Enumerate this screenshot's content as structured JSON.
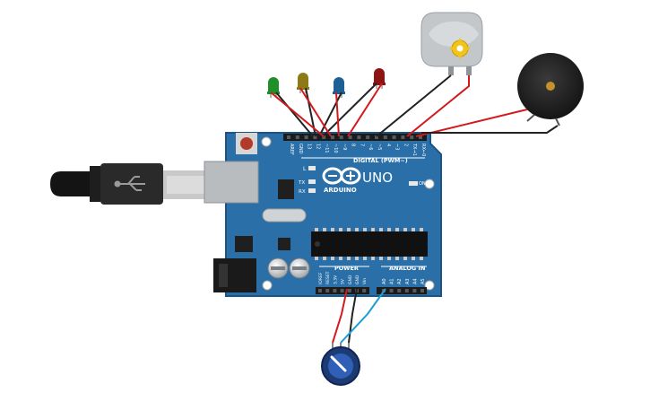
{
  "board": {
    "brand_label": "ARDUINO",
    "model_label": "UNO",
    "digital_header_label": "DIGITAL (PWM~)",
    "power_header_label": "POWER",
    "analog_header_label": "ANALOG IN",
    "l_label": "L",
    "tx_label": "TX",
    "rx_label": "RX",
    "on_label": "ON",
    "digital_pins": [
      "AREF",
      "GND",
      "13",
      "12",
      "~11",
      "~10",
      "~9",
      "8",
      "7",
      "~6",
      "~5",
      "4",
      "~3",
      "2",
      "TX→1",
      "RX←0"
    ],
    "power_pins": [
      "IOREF",
      "RESET",
      "3.3V",
      "5V",
      "GND",
      "GND",
      "Vin"
    ],
    "analog_pins": [
      "A0",
      "A1",
      "A2",
      "A3",
      "A4",
      "A5"
    ]
  },
  "components": {
    "leds": [
      {
        "color": "green",
        "hex": "#1f8f2a"
      },
      {
        "color": "yellow",
        "hex": "#8c7a17"
      },
      {
        "color": "blue",
        "hex": "#1d5f97"
      },
      {
        "color": "red",
        "hex": "#8e1414"
      }
    ],
    "motor": "dc-motor",
    "buzzer": "piezo-buzzer",
    "potentiometer": "potentiometer",
    "usb": "usb-b-cable",
    "power_jack": "dc-barrel-jack"
  },
  "colors": {
    "board_blue": "#2a6fa8",
    "board_edge": "#1c5585",
    "wire_red": "#d4191c",
    "wire_black": "#222222",
    "wire_cyan": "#1a9fd6"
  }
}
